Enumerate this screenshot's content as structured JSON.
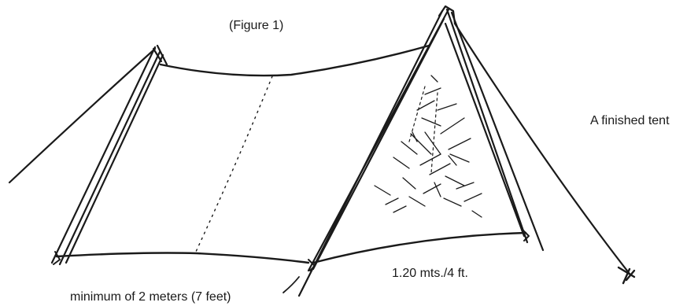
{
  "figure": {
    "caption": "(Figure 1)",
    "finished_label": "A finished tent",
    "width_label": "1.20 mts./4 ft.",
    "length_label": "minimum of 2 meters (7 feet)"
  },
  "colors": {
    "ink": "#1a1a1a",
    "paper": "#ffffff"
  }
}
